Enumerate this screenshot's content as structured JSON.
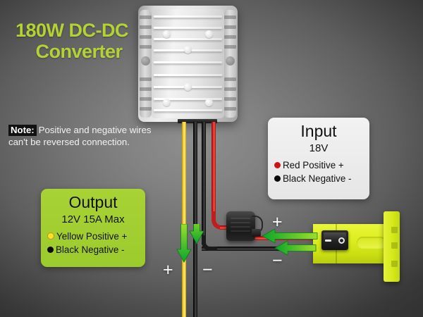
{
  "title": {
    "line1": "180W DC-DC",
    "line2": "Converter",
    "color": "#b3d335"
  },
  "note": {
    "tag": "Note:",
    "text_line1": "Positive and negative wires",
    "text_line2": "can't be reversed connection."
  },
  "input_card": {
    "title": "Input",
    "subtitle": "18V",
    "rows": [
      {
        "label": "Red Positive +",
        "dot": "red-dot",
        "color": "#cc1414"
      },
      {
        "label": "Black Negative -",
        "dot": "black-dot",
        "color": "#0a0a0a"
      }
    ]
  },
  "output_card": {
    "title": "Output",
    "subtitle": "12V 15A Max",
    "rows": [
      {
        "label": "Yellow Positive +",
        "dot": "yellow-dot",
        "color": "#ffdf2e"
      },
      {
        "label": "Black Negative -",
        "dot": "black-dot",
        "color": "#0a0a0a"
      }
    ],
    "bg_color": "#a8d235"
  },
  "polarity_markers": {
    "output_positive": "+",
    "output_negative": "−",
    "input_positive": "+",
    "input_negative": "−"
  },
  "device": {
    "converter_name": "dc-dc-converter-heatsink",
    "fuse_name": "inline-fuse-holder",
    "adapter_name": "battery-adapter",
    "switch_dash": "−",
    "switch_circle": "○"
  },
  "wires": {
    "yellow": "#f7df3a",
    "black": "#1a1a1a",
    "red": "#e02626",
    "order_left_to_right": [
      "yellow",
      "black",
      "black",
      "red"
    ]
  },
  "flow_arrows": {
    "color_start": "#0aa52a",
    "color_end": "#9ede2a",
    "output_direction": "down",
    "input_direction": "left"
  }
}
